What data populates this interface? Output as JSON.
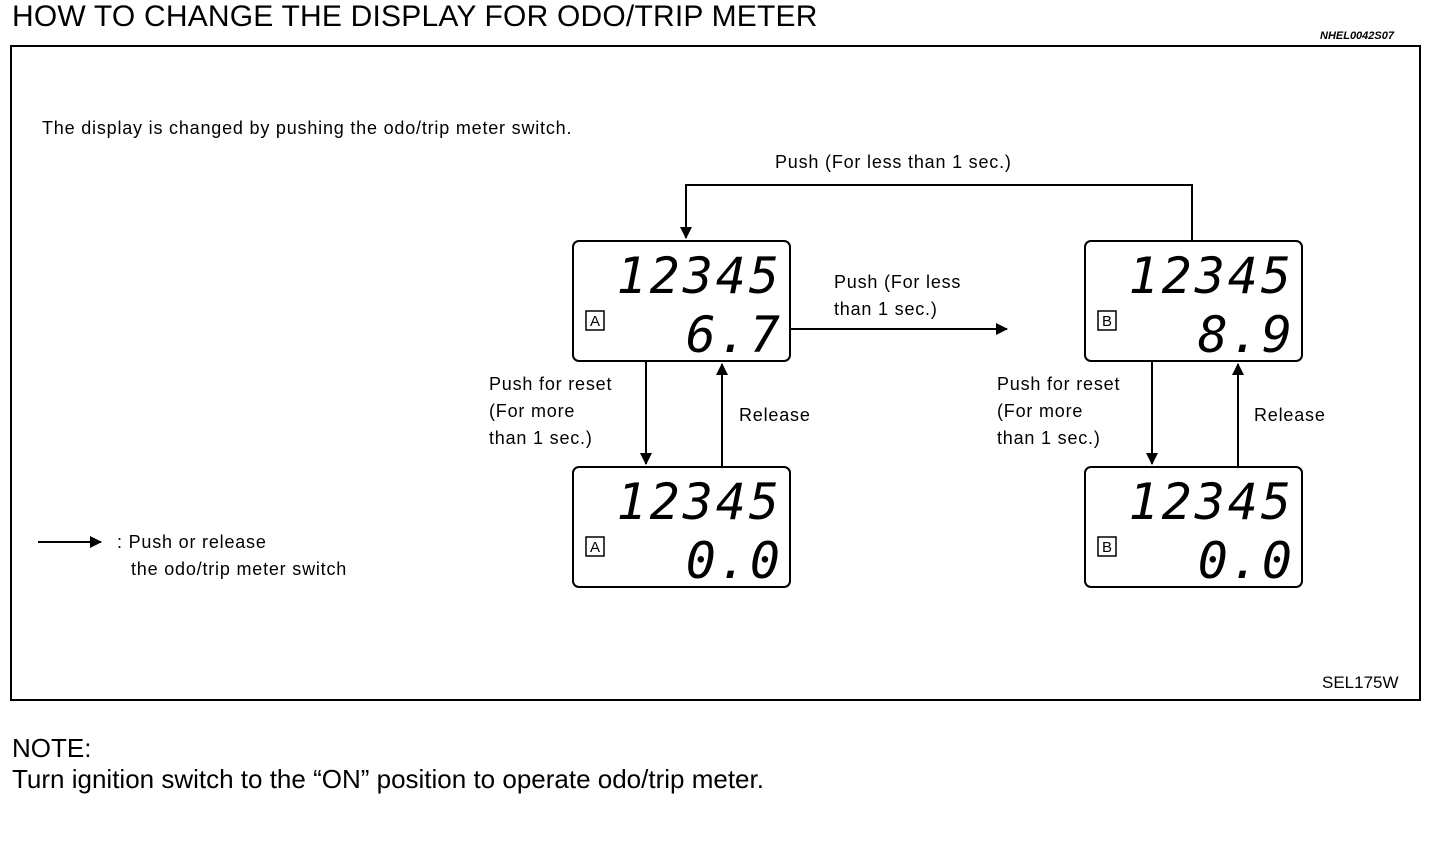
{
  "header": {
    "title": "HOW TO CHANGE THE DISPLAY FOR ODO/TRIP METER",
    "ref_code": "NHEL0042S07"
  },
  "diagram": {
    "intro": "The display is changed by pushing the odo/trip meter switch.",
    "top_loop_label": "Push (For less than 1 sec.)",
    "middle_label_line1": "Push (For less",
    "middle_label_line2": "than 1 sec.)",
    "reset_label_line1": "Push for reset",
    "reset_label_line2": "(For more",
    "reset_label_line3": "than 1 sec.)",
    "release_label": "Release",
    "legend_line1": ": Push or release",
    "legend_line2": "the odo/trip meter switch",
    "displays": [
      {
        "mode": "A",
        "odo": "12345",
        "trip": "6.7"
      },
      {
        "mode": "B",
        "odo": "12345",
        "trip": "8.9"
      },
      {
        "mode": "A",
        "odo": "12345",
        "trip": "0.0"
      },
      {
        "mode": "B",
        "odo": "12345",
        "trip": "0.0"
      }
    ],
    "figure_code": "SEL175W"
  },
  "note": {
    "heading": "NOTE:",
    "text": "Turn ignition switch to the “ON” position to operate odo/trip meter."
  },
  "colors": {
    "ink": "#000000",
    "paper": "#ffffff"
  }
}
